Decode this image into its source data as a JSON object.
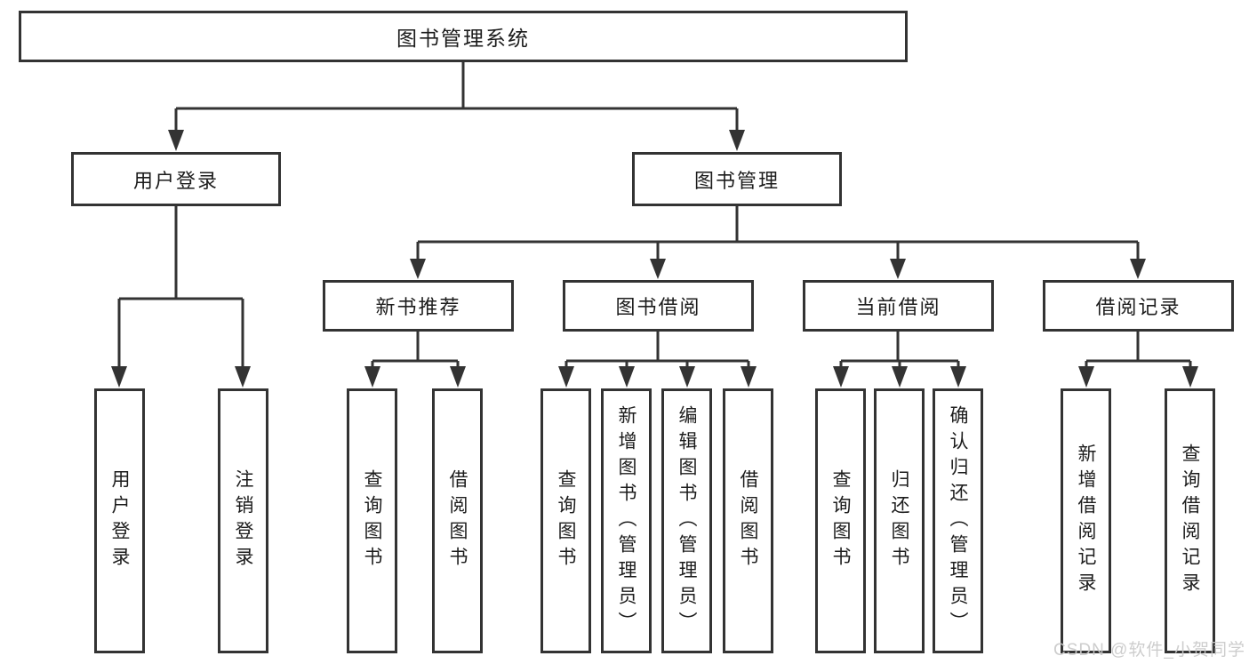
{
  "title_box": "图书管理系统",
  "branches": {
    "user_login": {
      "label": "用户登录",
      "children": [
        "用户登录",
        "注销登录"
      ]
    },
    "book_management": {
      "label": "图书管理",
      "sections": [
        {
          "label": "新书推荐",
          "children": [
            "查询图书",
            "借阅图书"
          ]
        },
        {
          "label": "图书借阅",
          "children": [
            "查询图书",
            "新增图书（管理员）",
            "编辑图书（管理员）",
            "借阅图书"
          ]
        },
        {
          "label": "当前借阅",
          "children": [
            "查询图书",
            "归还图书",
            "确认归还（管理员）"
          ]
        },
        {
          "label": "借阅记录",
          "children": [
            "新增借阅记录",
            "查询借阅记录"
          ]
        }
      ]
    }
  },
  "watermark": "CSDN @软件_小贺同学",
  "colors": {
    "line": "#333333",
    "box_border": "#333333",
    "box_fill": "#ffffff",
    "text": "#1c1c1c",
    "watermark": "#c9c9c9"
  }
}
